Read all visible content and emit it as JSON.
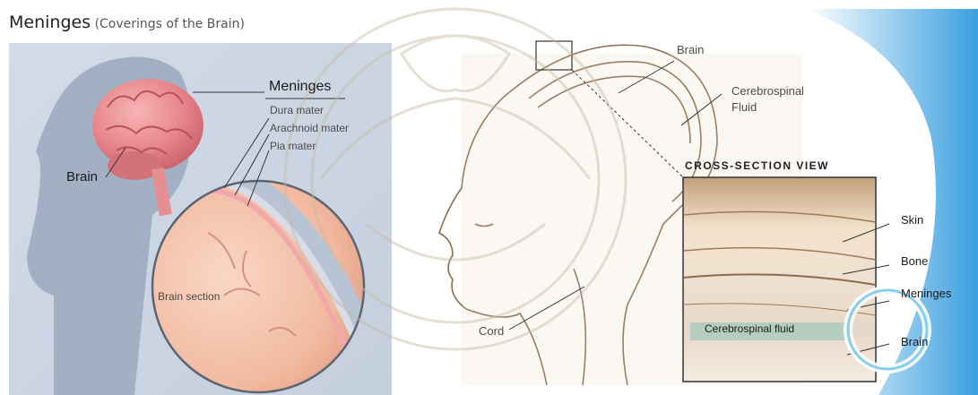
{
  "title": {
    "main": "Meninges",
    "sub": "(Coverings of the Brain)"
  },
  "left_panel": {
    "meninges_heading": "Meninges",
    "layers": [
      "Dura mater",
      "Arachnoid mater",
      "Pia mater"
    ],
    "brain_label": "Brain",
    "brain_section_label": "Brain section"
  },
  "right_panel": {
    "brain_label": "Brain",
    "csf_label_line1": "Cerebrospinal",
    "csf_label_line2": "Fluid",
    "cross_section_title": "CROSS-SECTION VIEW",
    "layer_labels": [
      "Skin",
      "Bone",
      "Meninges",
      "Brain"
    ],
    "cord_label": "Cord",
    "inner_csf_label": "Cerebrospinal fluid"
  },
  "colors": {
    "brain_pink": "#e8858a",
    "tissue_peach": "#f2c9b2",
    "bg_blue": "#c9d5e4",
    "sepia": "#c9a988"
  }
}
